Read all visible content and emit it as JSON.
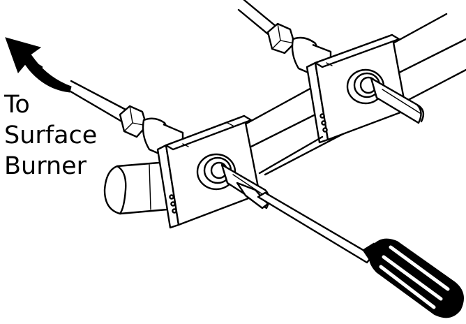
{
  "callout": {
    "line1": "To",
    "line2": "Surface",
    "line3": "Burner"
  },
  "icons": {
    "arrow": "curved-arrow-icon",
    "tool": "screwdriver-icon"
  },
  "colors": {
    "ink": "#000000",
    "paper": "#ffffff"
  }
}
